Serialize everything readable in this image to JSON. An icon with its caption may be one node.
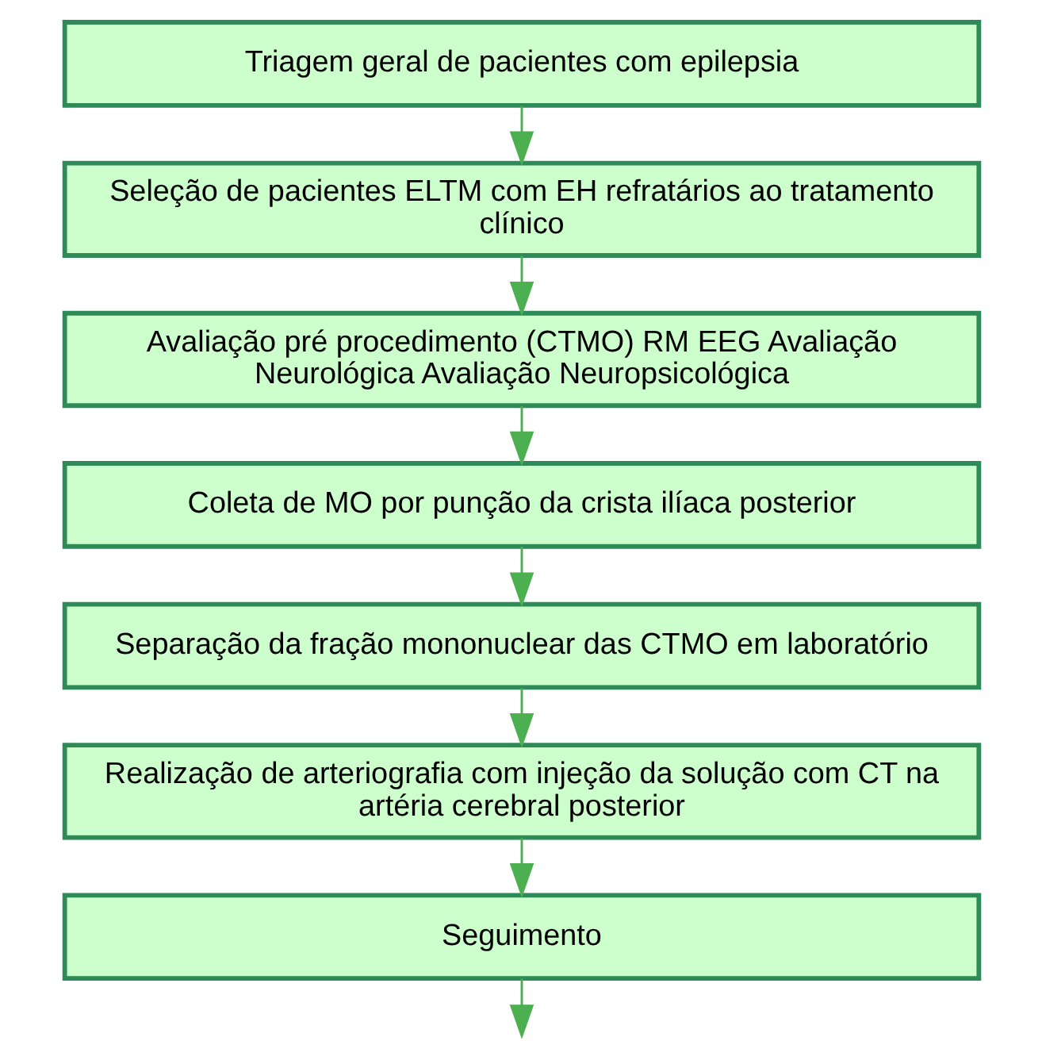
{
  "diagram": {
    "nodes": [
      {
        "text": [
          "Triagem geral de pacientes com epilepsia"
        ]
      },
      {
        "text": [
          "Seleção de pacientes ELTM com EH refratários ao tratamento clínico"
        ]
      },
      {
        "text": [
          "Avaliação pré procedimento (CTMO) RM EEG Avaliação Neurológica Avaliação Neuropsicológica"
        ]
      },
      {
        "text": [
          "Coleta de MO por punção da crista ilíaca posterior"
        ]
      },
      {
        "text": [
          "Separação da fração mononuclear das CTMO em laboratório"
        ]
      },
      {
        "text": [
          "Realização de arteriografia com injeção da solução com CT na artéria cerebral posterior"
        ]
      },
      {
        "text": [
          "Seguimento"
        ]
      }
    ],
    "edges": [
      {
        "from": 0,
        "to": 1,
        "arrow": "to"
      },
      {
        "from": 1,
        "to": 2,
        "arrow": "to"
      },
      {
        "from": 2,
        "to": 3,
        "arrow": "to"
      },
      {
        "from": 3,
        "to": 4,
        "arrow": "to"
      },
      {
        "from": 4,
        "to": 5,
        "arrow": "to"
      },
      {
        "from": 5,
        "to": 6,
        "arrow": "to"
      },
      {
        "from": 6,
        "to": null,
        "arrow": "to"
      }
    ]
  }
}
